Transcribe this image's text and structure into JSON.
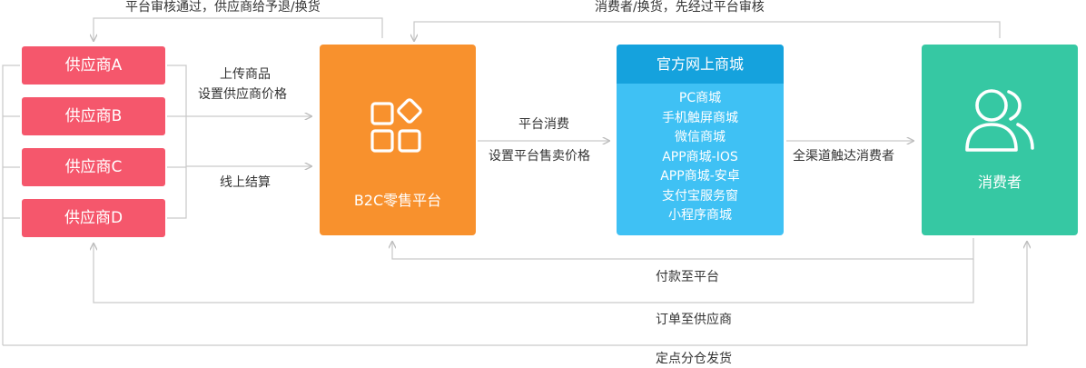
{
  "suppliers": [
    "供应商A",
    "供应商B",
    "供应商C",
    "供应商D"
  ],
  "b2c": {
    "title": "B2C零售平台"
  },
  "mall": {
    "title": "官方网上商城",
    "channels": [
      "PC商城",
      "手机触屏商城",
      "微信商城",
      "APP商城-IOS",
      "APP商城-安卓",
      "支付宝服务窗",
      "小程序商城"
    ]
  },
  "consumer": {
    "title": "消费者"
  },
  "labels": {
    "top_left": "平台审核通过，供应商给予退/换货",
    "top_right": "消费者/换货，先经过平台审核",
    "upload_line1": "上传商品",
    "upload_line2": "设置供应商价格",
    "settlement": "线上结算",
    "platform_consume": "平台消费",
    "platform_price": "设置平台售卖价格",
    "omnichannel": "全渠道触达消费者",
    "pay_platform": "付款至平台",
    "order_supplier": "订单至供应商",
    "ship": "定点分仓发货"
  },
  "colors": {
    "supplier": "#f5576c",
    "b2c": "#f8912d",
    "mall": "#3fc1f4",
    "mall_header": "#15a2dd",
    "consumer": "#36c8a3",
    "line": "#c9c9c9"
  }
}
